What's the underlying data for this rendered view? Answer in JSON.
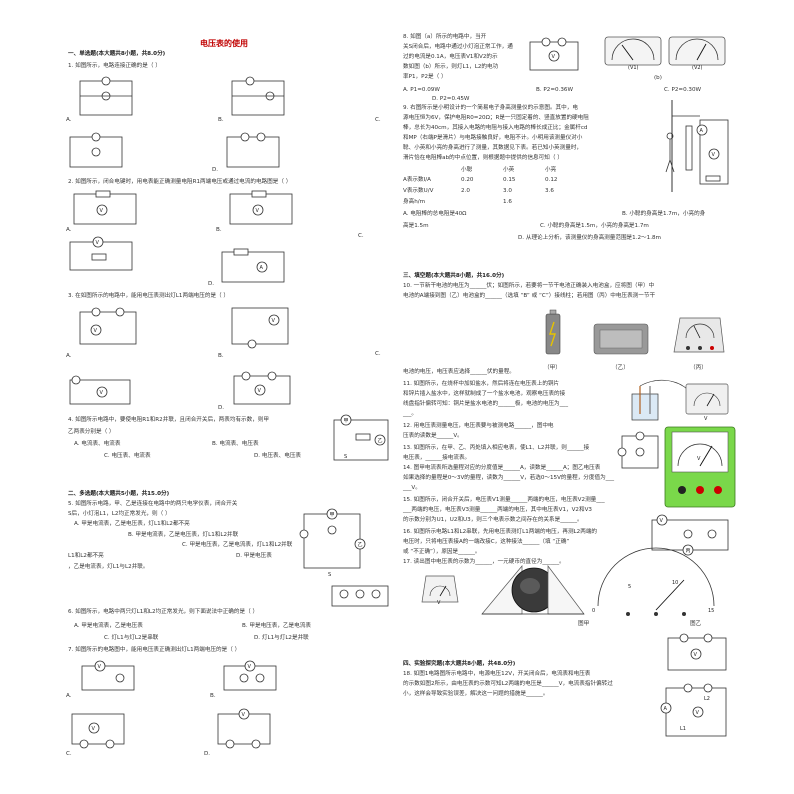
{
  "page_title": "电压表的使用",
  "sections": {
    "single_choice": "一、单选题(本大题共8小题，共8.0分)",
    "multi_choice": "二、多选题(本大题共5小题，共15.0分)",
    "fill_blank": "三、填空题(本大题共8小题，共16.0分)",
    "experiment": "四、实验探究题(本大题共8小题，共48.0分)"
  },
  "q1": {
    "stem": "1.    如图所示，电路连接正确的是（      ）",
    "A": "A.",
    "B": "B.",
    "C": "C.",
    "D": "D."
  },
  "q2": {
    "stem": "2.    如图所示，闭合电键时，用电表能正确测量电阻R1两端电压或通过电流的电路图是（    ）",
    "A": "A.",
    "B": "B.",
    "C": "C.",
    "D": "D."
  },
  "q3": {
    "stem": "3.    在如图所示的电路中，能用电压表测出灯L1两端电压的是（    ）",
    "A": "A.",
    "B": "B.",
    "C": "C.",
    "D": "D."
  },
  "q4": {
    "l1": "4.    如图所示电路中，要使电阻R1和R2并联，且闭合开关后，两表均有示数，则甲",
    "l2": "乙两表分别是（      ）",
    "A": "A.  电流表、电流表",
    "B": "B.  电流表、电压表",
    "C": "C.  电压表、电流表",
    "D": "D.  电压表、电压表"
  },
  "q5": {
    "l1": "5.    如图所示电路，甲、乙是连接在电路中的两只电学仪表，闭合开关",
    "l2": "S后，小灯泡L1，L2均正常发光，则（      ）",
    "A": "A.  甲是电流表，乙是电压表，灯L1和L2都不亮",
    "B": "B.  甲是电流表，乙是电压表，灯L1和L2并联",
    "C": "C.  甲是电压表，乙是电流表，灯L1和L2并联",
    "D": "D.  甲是电压表",
    "l3": "L1和L2都不亮",
    "l4": "，乙是电流表，灯L1与L2并联。"
  },
  "q6": {
    "stem": "6.    如图所示，电路中两只灯L1和L2均正常发光，则下面说法中正确的是（    ）",
    "A": "A.  甲是电流表，乙是电压表",
    "B": "B.  甲是电压表，乙是电流表",
    "C": "C.  灯L1与灯L2是串联",
    "D": "D.  灯L1与灯L2是并联"
  },
  "q7": {
    "stem": "7.    如图所示的电路图中，能用电压表正确测出灯L1两端电压的是（    ）",
    "A": "A.",
    "B": "B.",
    "C": "C.",
    "D": "D."
  },
  "q8": {
    "l1": "8.    如图（a）所示的电路中，当开",
    "l2": "关S闭合后，电路中通过小灯泡正常工作，通",
    "l3": "过的电流是0.1A，电压表V1和V2的示",
    "l4": "数如图（b）所示，则灯L1，L2的电功",
    "l5": "率P1，P2是（      ）",
    "A": "A.  P1=0.09W",
    "B": "B.  P2=0.36W",
    "C": "C.  P2=0.30W",
    "D": "D.  P2=0.45W"
  },
  "q9": {
    "l1": "9.    右图所示是小明设计的一个简易电子身高测量仪的示意图。其中，电",
    "l2": "源电压恒为6V，保护电阻R0=20Ω；R是一只固定着的、竖直放置的硬电阻",
    "l3": "棒，总长为40cm，其接入电路的电阻与接入电路的棒长成正比；金属杆cd",
    "l4": "和MP（右端P是滑片）与电路接触良好，电阻不计。小明用该测量仪对小",
    "l5": "聪、小英和小亮的身高进行了测量，其数据见下表。若已知小英测量时，",
    "l6": "滑片恰在电阻棒ab的中点位置，则根据题中提供的信息可知（      ）",
    "table": {
      "headers": [
        "",
        "小聪",
        "小英",
        "小亮"
      ],
      "rows": [
        [
          "A表示数I/A",
          "0.20",
          "0.15",
          "0.12"
        ],
        [
          "V表示数U/V",
          "2.0",
          "3.0",
          "3.6"
        ],
        [
          "身高h/m",
          "",
          "1.6",
          ""
        ]
      ]
    },
    "A": "A.  电阻棒的总电阻是40Ω",
    "B": "B.  小聪的身高是1.7m，小亮的身",
    "B2": "高是1.5m",
    "C": "C.  小聪的身高是1.5m，小亮的身高是1.7m",
    "D": "D.  从理论上分析，该测量仪的身高测量范围是1.2～1.8m"
  },
  "q10": {
    "l1": "10.    一节新干电池的电压为______伏；如图所示，若要将一节干电池正确装入电池盒，应将图（甲）中",
    "l2": "电池的A端接到图（乙）电池盒的______（选填 “B” 或 “C”）接线柱；若用图（丙）中电压表测一节干",
    "l3": "电池的电压，电压表应选择______伏的量程。",
    "fig_jia": "（甲）",
    "fig_yi": "（乙）",
    "fig_bing": "（丙）"
  },
  "q11": {
    "l1": "11.    如图所示，在烧杯中加如盐水，然后将连在电压表上的铜片",
    "l2": "和锌片插入盐水中，这样就制成了一个盐水电池，观察电压表的接",
    "l3": "线盘指针偏转可知：铜片是盐水电池的______极，电池的电压为___",
    "l4": "___。"
  },
  "q12": {
    "l1": "12.    用电压表测量电压，电压表要与被测电路______，图中电",
    "l2": "压表的读数是______V。"
  },
  "q13": {
    "l1": "13.    如图所示，在甲、乙、丙处填入相应电表，使L1、L2并联，则______接",
    "l2": "电压表，______接电流表。"
  },
  "q14": {
    "l1": "14.    图甲电流表所选量程对应的分度值是______A，读数是______A；图乙电压表",
    "l2": "如果选择的量程是0～3V的量程，读数为______V，若选0～15V的量程，分度值为___",
    "l3": "___V。"
  },
  "q15": {
    "l1": "15.    如图所示，闭合开关后，电压表V1测量______两端的电压，电压表V2测量___",
    "l2": "___两端的电压，电压表V3测量______两端的电压，其中电压表V1，V2和V3",
    "l3": "的示数分别为U1，U2和U3，则三个电表示数之间存在的关系是______。"
  },
  "q16": {
    "l1": "16.    如图所示电路L1和L2串联，先用电压表测灯L1两端的电压，再测L2两端的",
    "l2": "电压时，只将电压表接A的一端改接C，这种接法______（填 “正确”",
    "l3": "或 “不正确”），原因是______。"
  },
  "q17": {
    "l1": "17.    读出图中电压表的示数为______，一元硬币的直径为______。",
    "fig_jia": "图甲",
    "fig_yi": "图乙"
  },
  "q18": {
    "l1": "18.    如图1电路图所示电路中，电源电压12V，开关闭合后，电流表和电压表",
    "l2": "的示数如图2所示，由电压表的示数可知L2两端的电压是______V，电流表指针偏转过",
    "l3": "小，这样会导致实验误差，解决这一问题的措施是______。"
  },
  "symbols": {
    "ammeter": "A",
    "voltmeter": "V",
    "lamp": "⊗",
    "switch": "S",
    "battery": "⊣⊢",
    "jia": "甲",
    "yi": "乙",
    "bing": "丙",
    "l1": "L1",
    "l2": "L2",
    "r1": "R1",
    "r2": "R2"
  },
  "figure_labels": {
    "fig_b": "(b)",
    "v1": "(V1)",
    "v2": "(V2)",
    "scale_5": "5",
    "scale_10": "10",
    "scale_15": "15",
    "scale_0": "0"
  }
}
